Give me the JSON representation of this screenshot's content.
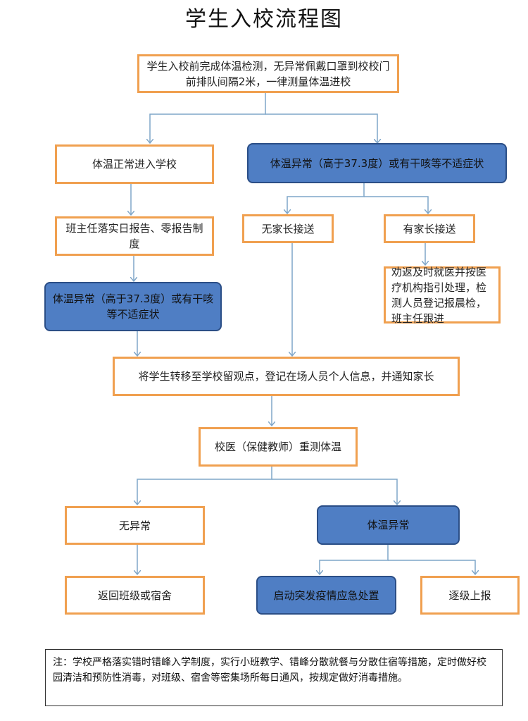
{
  "title": "学生入校流程图",
  "nodes": {
    "start": "学生入校前完成体温检测，无异常佩戴口罩到校校门前排队间隔2米，一律测量体温进校",
    "temp_normal": "体温正常进入学校",
    "temp_abnormal_gate": "体温异常（高于37.3度）或有干咳等不适症状",
    "daily_report": "班主任落实日报告、零报告制度",
    "no_parent": "无家长接送",
    "has_parent": "有家长接送",
    "advise_medical": "劝返及时就医并按医疗机构指引处理，检测人员登记报晨检，班主任跟进",
    "temp_abnormal_school": "体温异常（高于37.3度）或有干咳等不适症状",
    "transfer": "将学生转移至学校留观点，登记在场人员个人信息，并通知家长",
    "retest": "校医（保健教师）重测体温",
    "no_abnormal": "无异常",
    "temp_abnormal": "体温异常",
    "return_class": "返回班级或宿舍",
    "emergency": "启动突发疫情应急处置",
    "report_up": "逐级上报"
  },
  "note": "注：学校严格落实错时错峰入学制度，实行小班教学、错峰分散就餐与分散住宿等措施，定时做好校园清洁和预防性消毒，对班级、宿舍等密集场所每日通风，按规定做好消毒措施。",
  "colors": {
    "orange_border": "#f0a050",
    "blue_fill": "#4f7ec4",
    "blue_border": "#2b4e86",
    "connector": "#7fa6c8"
  }
}
